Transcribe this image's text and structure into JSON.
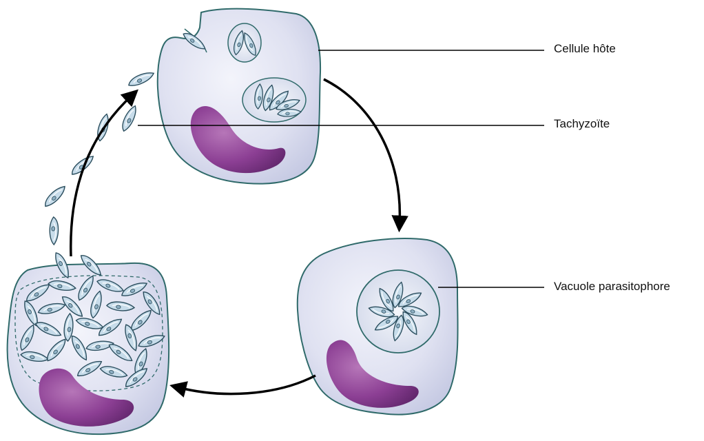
{
  "labels": {
    "host_cell": "Cellule hôte",
    "tachyzoite": "Tachyzoïte",
    "vacuole": "Vacuole parasitophore"
  },
  "colors": {
    "cell_fill": "#dcdff0",
    "cell_stroke": "#2f6a6a",
    "nucleus": "#8a3f92",
    "parasite_fill": "#bfd6e6",
    "parasite_stroke": "#284a5a",
    "arrow": "#000000"
  }
}
